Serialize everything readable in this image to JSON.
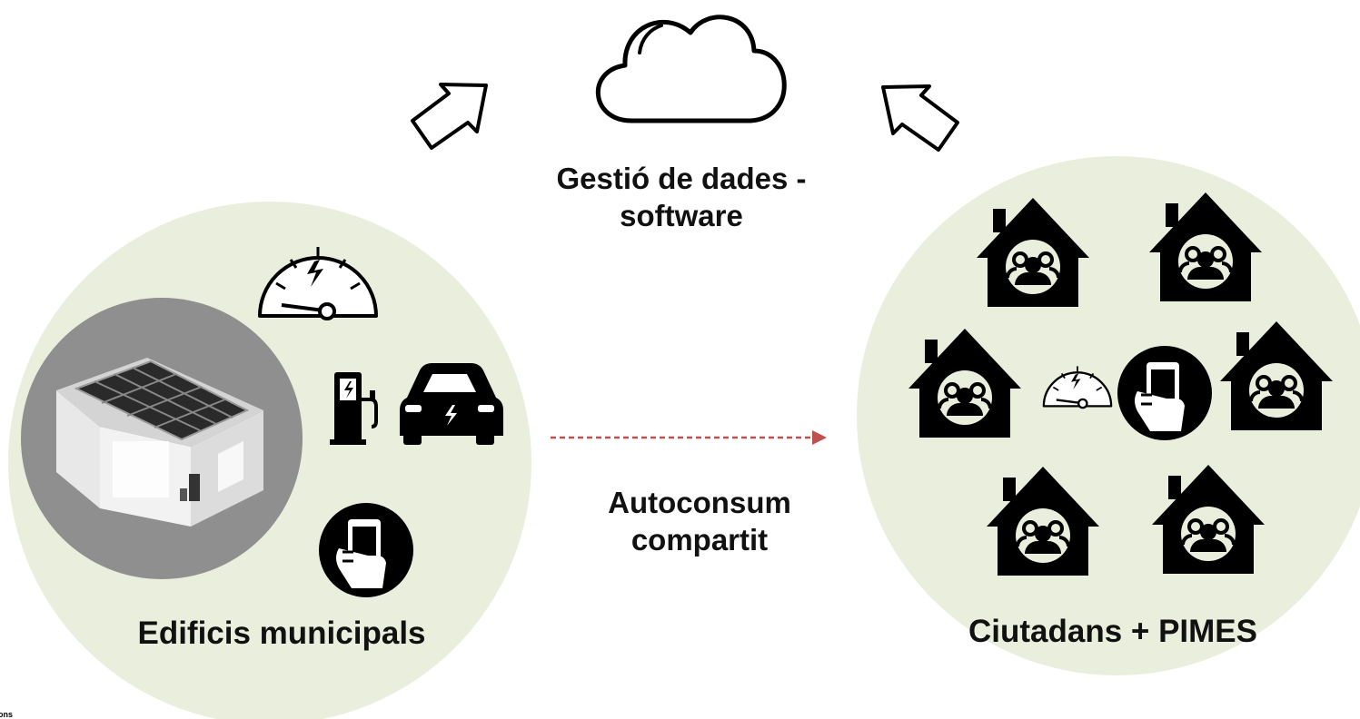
{
  "software": {
    "line1": "Gestió de dades -",
    "line2": "software"
  },
  "link": {
    "line1": "Autoconsum",
    "line2": "compartit"
  },
  "municipal": {
    "label": "Edificis municipals"
  },
  "citizens": {
    "label": "Ciutadans + PIMES"
  },
  "colors": {
    "circle_fill": "#eaeedc",
    "building_disc": "#8f8f8f",
    "arrow_dashed": "#c0504d",
    "icon": "#000000"
  },
  "icons": [
    "cloud-icon",
    "arrow-up-right-icon",
    "arrow-up-left-icon",
    "smart-meter-icon",
    "ev-charger-icon",
    "electric-car-icon",
    "smartphone-hand-icon",
    "house-community-icon",
    "solar-building-image"
  ]
}
